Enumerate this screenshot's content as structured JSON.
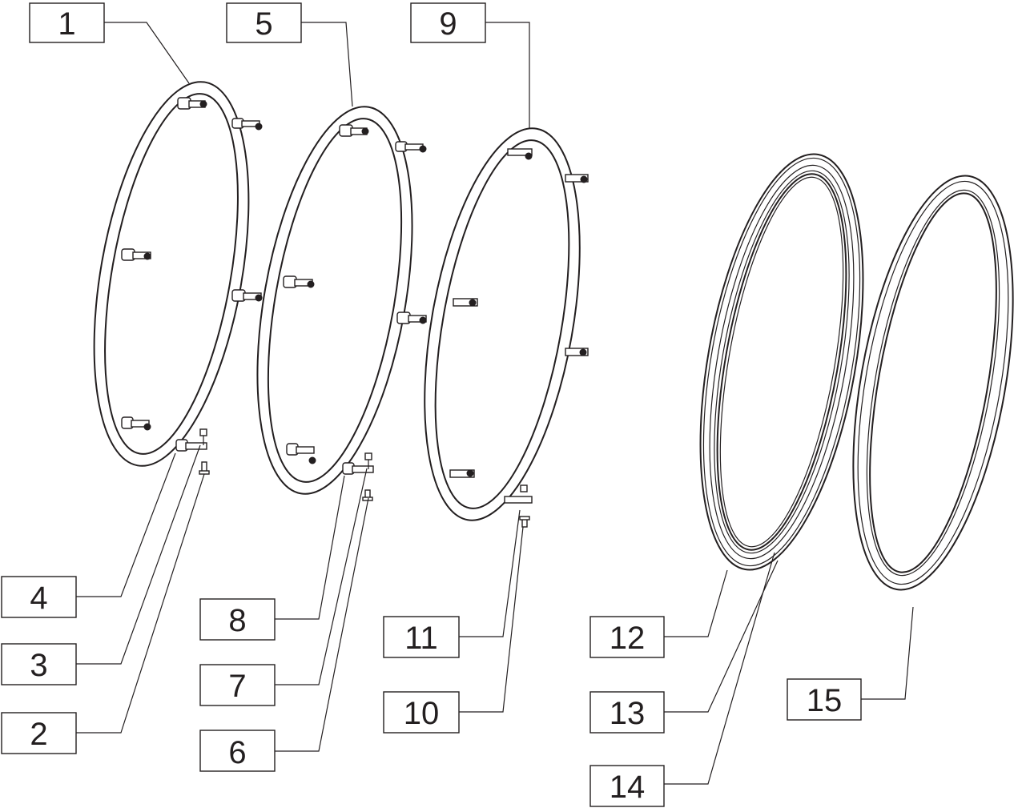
{
  "callouts": [
    {
      "id": "1",
      "label": "1"
    },
    {
      "id": "5",
      "label": "5"
    },
    {
      "id": "9",
      "label": "9"
    },
    {
      "id": "4",
      "label": "4"
    },
    {
      "id": "3",
      "label": "3"
    },
    {
      "id": "2",
      "label": "2"
    },
    {
      "id": "8",
      "label": "8"
    },
    {
      "id": "7",
      "label": "7"
    },
    {
      "id": "6",
      "label": "6"
    },
    {
      "id": "11",
      "label": "11"
    },
    {
      "id": "10",
      "label": "10"
    },
    {
      "id": "12",
      "label": "12"
    },
    {
      "id": "13",
      "label": "13"
    },
    {
      "id": "14",
      "label": "14"
    },
    {
      "id": "15",
      "label": "15"
    }
  ],
  "colors": {
    "line": "#231f20",
    "background": "#ffffff"
  }
}
